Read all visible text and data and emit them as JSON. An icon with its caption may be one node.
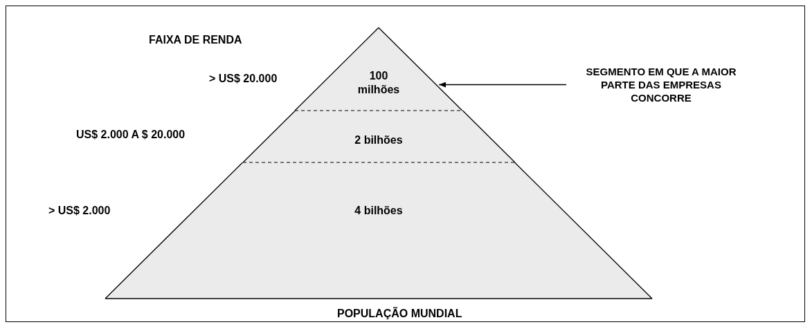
{
  "diagram": {
    "nodes": [
      {
        "text": [
          "100 milhões"
        ]
      },
      {
        "text": [
          "2 bilhões"
        ]
      },
      {
        "text": [
          "4 bilhões"
        ]
      },
      {
        "text": [
          "SEGMENTO EM QUE A MAIOR PARTE DAS EMPRESAS CONCORRE"
        ]
      }
    ],
    "edges": [
      {
        "from": 3,
        "to": 0,
        "arrow": "to"
      }
    ],
    "labels": [
      "FAIXA DE RENDA",
      "> US$ 20.000",
      "US$ 2.000 A $ 20.000",
      "> US$ 2.000",
      "POPULAÇÃO MUNDIAL"
    ]
  }
}
